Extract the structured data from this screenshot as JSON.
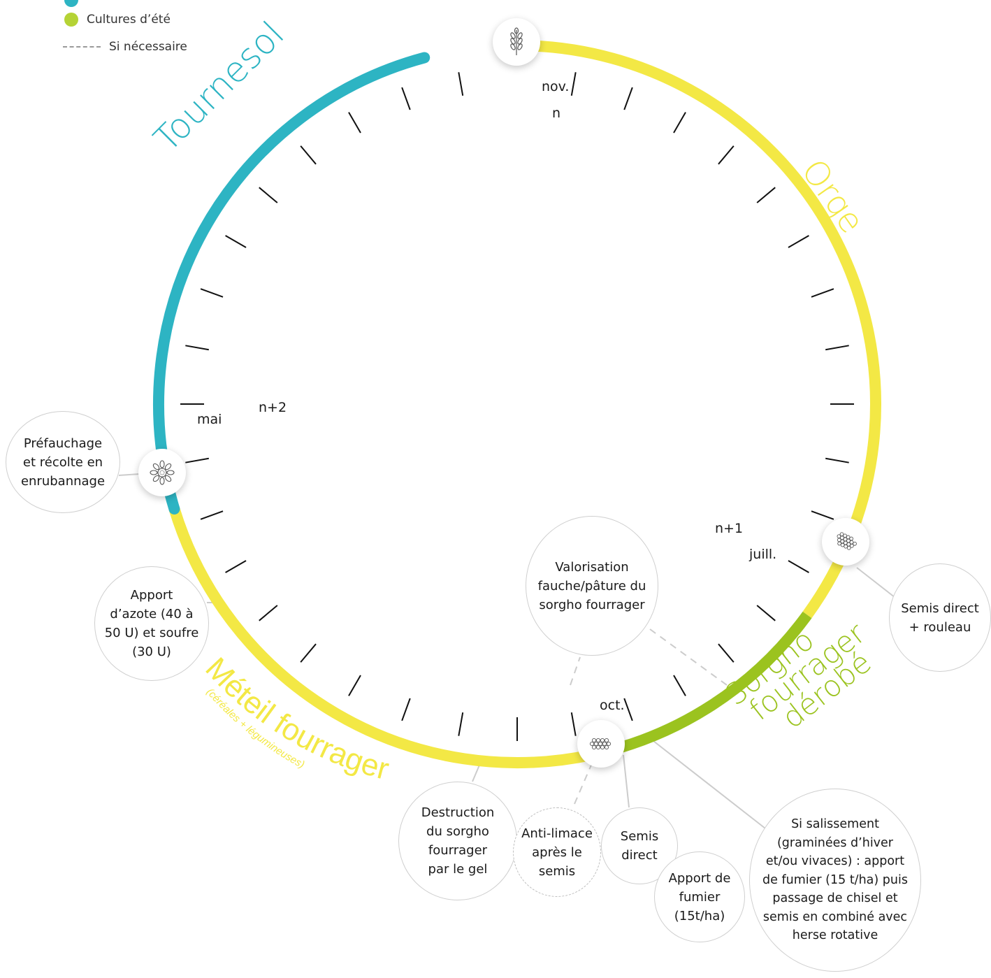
{
  "legend": {
    "partial": "",
    "summer": "Cultures d’été",
    "optional": "Si nécessaire"
  },
  "colors": {
    "teal": "#2db4c3",
    "yellow": "#f3e845",
    "green": "#9bc31f",
    "tick": "#111111",
    "connector": "#cccccc"
  },
  "crops": {
    "tournesol": "Tournesol",
    "orge": "Orge",
    "meteil": "Méteil fourrager",
    "meteil_sub": "(céréales + légumineuses)",
    "sorgho_1": "Sorgho",
    "sorgho_2": "fourrager",
    "sorgho_3": "dérobé"
  },
  "months": {
    "nov": "nov.",
    "n": "n",
    "mai": "mai",
    "n2": "n+2",
    "n1": "n+1",
    "juill": "juill.",
    "oct": "oct."
  },
  "icons": {
    "top": "wheat-icon",
    "left": "sunflower-icon",
    "right": "grain-pile-icon",
    "bottom": "seed-cluster-icon"
  },
  "bubbles": {
    "prefauchage": [
      "Préfauchage",
      "et récolte en",
      "enrubannage"
    ],
    "azote": [
      "Apport",
      "d’azote (40 à",
      "50 U) et soufre",
      "(30 U)"
    ],
    "valorisation": [
      "Valorisation",
      "fauche/pâture du",
      "sorgho fourrager"
    ],
    "semis_rouleau": [
      "Semis direct",
      "+ rouleau"
    ],
    "destruction": [
      "Destruction",
      "du sorgho",
      "fourrager",
      "par le gel"
    ],
    "antilimace": [
      "Anti-limace",
      "après le",
      "semis"
    ],
    "semis_direct": [
      "Semis",
      "direct"
    ],
    "fumier": [
      "Apport de",
      "fumier",
      "(15t/ha)"
    ],
    "salissement": [
      "Si salissement",
      "(graminées d’hiver",
      "et/ou vivaces) : apport",
      "de fumier (15 t/ha) puis",
      "passage de chisel et",
      "semis en combiné avec",
      "herse rotative"
    ]
  }
}
